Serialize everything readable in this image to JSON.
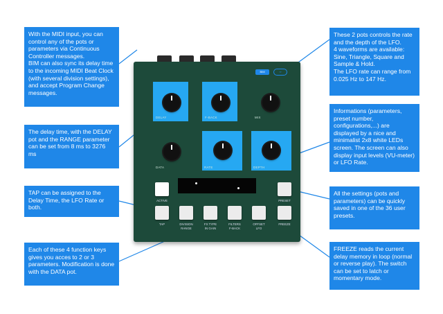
{
  "callouts": {
    "midi": "With the MIDI input, you can control any of the pots or parameters via Continuous Controller messages.\nBIM can also sync its delay time to the incoming MIDI Beat Clock (with several division settings), and accept Program Change messages.",
    "lfo": "These 2 pots controls the rate and the depth of the LFO.\n4 waveforms are available: Sine, Triangle, Square and Sample & Hold.\nThe LFO rate can range from 0.025 Hz to 147 Hz.",
    "delay": "The delay time, with the DELAY pot and the RANGE parameter can be set from 8 ms to 3276 ms",
    "info": "Informations (parameters, preset number, configurations,...) are displayed by a nice and minimalist 2x8 white LEDs screen. The screen can also display input levels (VU-meter) or LFO Rate.",
    "tap": "TAP can be assigned to the Delay Time, the LFO Rate or both.",
    "settings": "All the settings (pots and parameters) can be quickly saved in one of the 36 user presets.",
    "function": "Each of these 4 function keys gives you acces to 2 or 3 parameters. Modification is done with the DATA pot.",
    "freeze": "FREEZE reads the current delay memory in loop (normal or reverse play). The switch can be set to latch or momentary mode."
  },
  "device": {
    "badge_left": "BIM",
    "pots": {
      "delay": "DELAY",
      "fback": "F-BACK",
      "mix": "MIX",
      "data": "DATA",
      "rate": "RATE",
      "depth": "DEPTH"
    },
    "buttons": {
      "active": "ACTIVE",
      "preset": "PRESET",
      "tap": "TAP",
      "f1": "DIVISION\nRANGE",
      "f2": "FX TYPE\nIN GAIN",
      "f3": "FILTERS\nF-BACK",
      "f4": "OFFSET\nLFO",
      "freeze": "FREEZE"
    }
  }
}
